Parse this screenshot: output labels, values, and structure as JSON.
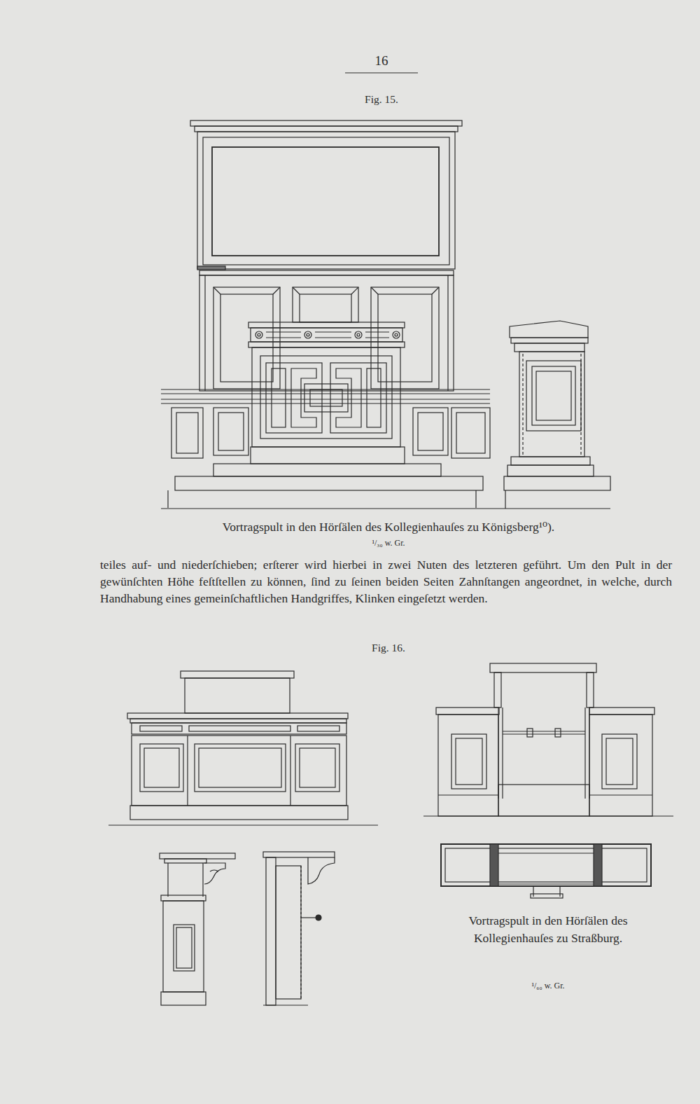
{
  "diagram": {
    "labels": [
      "16",
      "Fig. 15.",
      "Vortragspult in den Hörſälen des Kollegienhauſes zu Königsberg¹⁰).",
      "¹/₃₀ w. Gr.",
      "teiles auf- und niederſchieben; erſterer wird hierbei in zwei Nuten des letzteren geführt. Um den Pult in der gewünſchten Höhe feſtſtellen zu können, ſind zu ſeinen beiden Seiten Zahnſtangen angeordnet, in welche, durch Handhabung eines gemeinſchaftlichen Handgriffes, Klinken eingeſetzt werden.",
      "Fig. 16.",
      "Vortragspult in den Hörſälen des Kollegienhauſes zu Straßburg.",
      "¹/₆₀ w. Gr."
    ]
  }
}
